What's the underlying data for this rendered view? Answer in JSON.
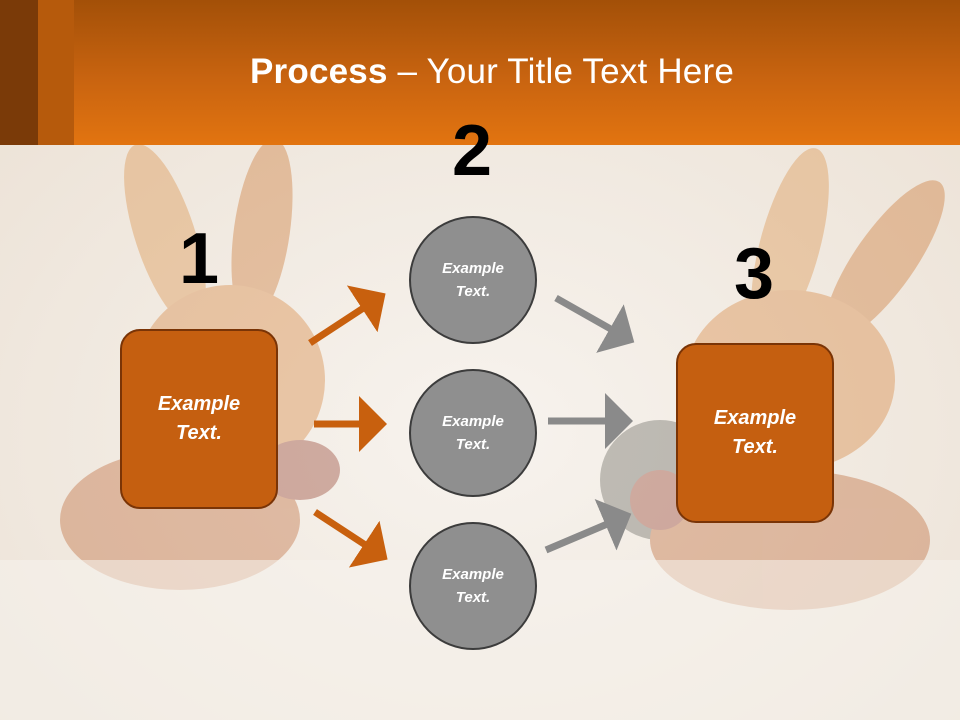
{
  "title": {
    "bold": "Process",
    "rest": " – Your Title Text Here"
  },
  "steps": {
    "n1": "1",
    "n2": "2",
    "n3": "3"
  },
  "box_left": {
    "line1": "Example",
    "line2": "Text."
  },
  "box_right": {
    "line1": "Example",
    "line2": "Text."
  },
  "circles": [
    {
      "line1": "Example",
      "line2": "Text."
    },
    {
      "line1": "Example",
      "line2": "Text."
    },
    {
      "line1": "Example",
      "line2": "Text."
    }
  ],
  "colors": {
    "accent": "#c55f10",
    "header": "#d96c10",
    "circle": "#8f8f8f",
    "arrow_orange": "#c8600e",
    "arrow_gray": "#8a8a8a"
  }
}
